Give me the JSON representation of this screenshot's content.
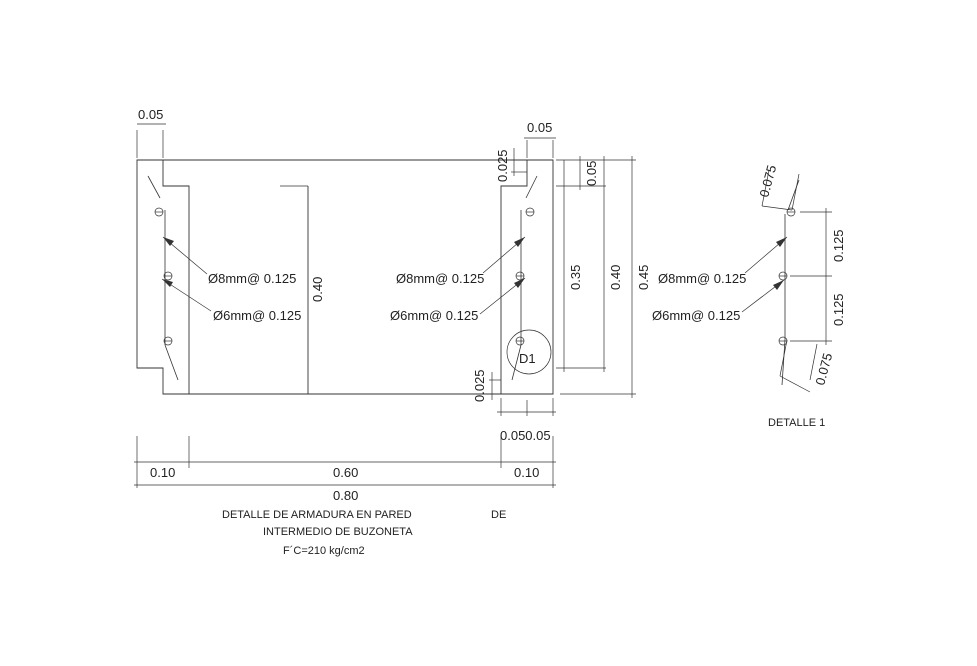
{
  "main_section": {
    "dims": {
      "top_left_05": "0.05",
      "top_right_05": "0.05",
      "right_05": "0.05",
      "v_025_top": "0.025",
      "v_025_bottom": "0.025",
      "h_040_left": "0.40",
      "v_035": "0.35",
      "v_040": "0.40",
      "v_045": "0.45",
      "bottom_0505": "0.050.05",
      "w_010_left": "0.10",
      "w_060": "0.60",
      "w_010_right": "0.10",
      "w_080": "0.80"
    },
    "callouts": {
      "left_8mm": "Ø8mm@ 0.125",
      "left_6mm": "Ø6mm@ 0.125",
      "mid_8mm": "Ø8mm@ 0.125",
      "mid_6mm": "Ø6mm@ 0.125"
    },
    "detail_marker": "D1",
    "caption": {
      "line1": "DETALLE DE ARMADURA EN PARED",
      "line1b": "DE",
      "line2": "INTERMEDIO DE  BUZONETA",
      "line3": "F´C=210 kg/cm2"
    }
  },
  "detail_1": {
    "title": "DETALLE 1",
    "dim_top": "0.075",
    "dim_bottom": "0.075",
    "dim_125_top": "0.125",
    "dim_125_bottom": "0.125",
    "callout_8mm": "Ø8mm@ 0.125",
    "callout_6mm": "Ø6mm@ 0.125"
  }
}
